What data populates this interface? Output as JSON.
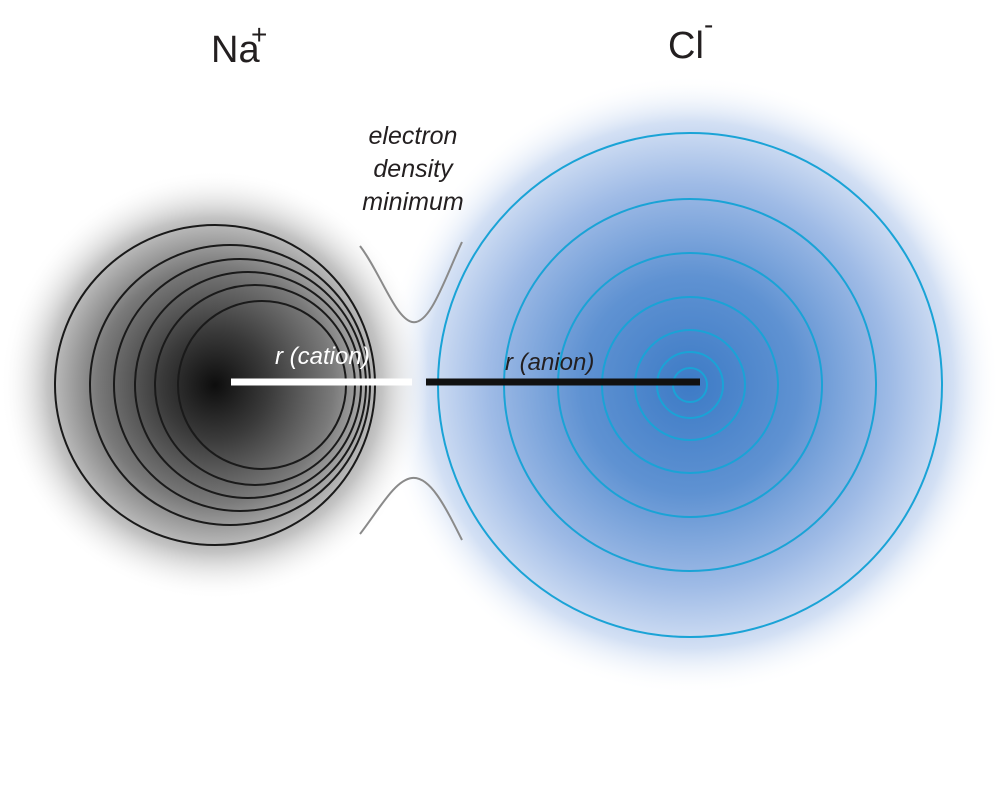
{
  "cation": {
    "symbol": "Na",
    "charge": "+",
    "radius_label": "r (cation)"
  },
  "anion": {
    "symbol": "Cl",
    "charge": "-",
    "radius_label": "r (anion)"
  },
  "minimum_label": {
    "line1": "electron",
    "line2": "density",
    "line3": "minimum"
  },
  "colors": {
    "cation_core": "#111111",
    "cation_contour": "#1a1a1a",
    "anion_core": "#3f7ec8",
    "anion_glow": "#c9d8f1",
    "anion_contour": "#1aa3d6",
    "minimum_curve": "#8a8a8a",
    "cation_radius_bar": "#ffffff",
    "anion_radius_bar": "#111111"
  }
}
